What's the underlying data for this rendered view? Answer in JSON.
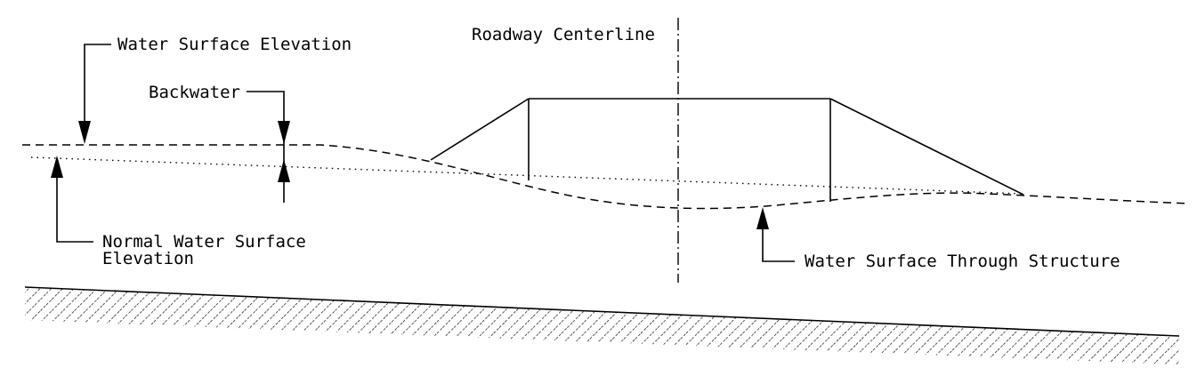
{
  "labels": {
    "water_surface_elevation": "Water Surface Elevation",
    "backwater": "Backwater",
    "roadway_centerline": "Roadway Centerline",
    "normal_water_surface_line1": "Normal Water Surface",
    "normal_water_surface_line2": "Elevation",
    "water_surface_through_structure": "Water Surface Through Structure"
  }
}
